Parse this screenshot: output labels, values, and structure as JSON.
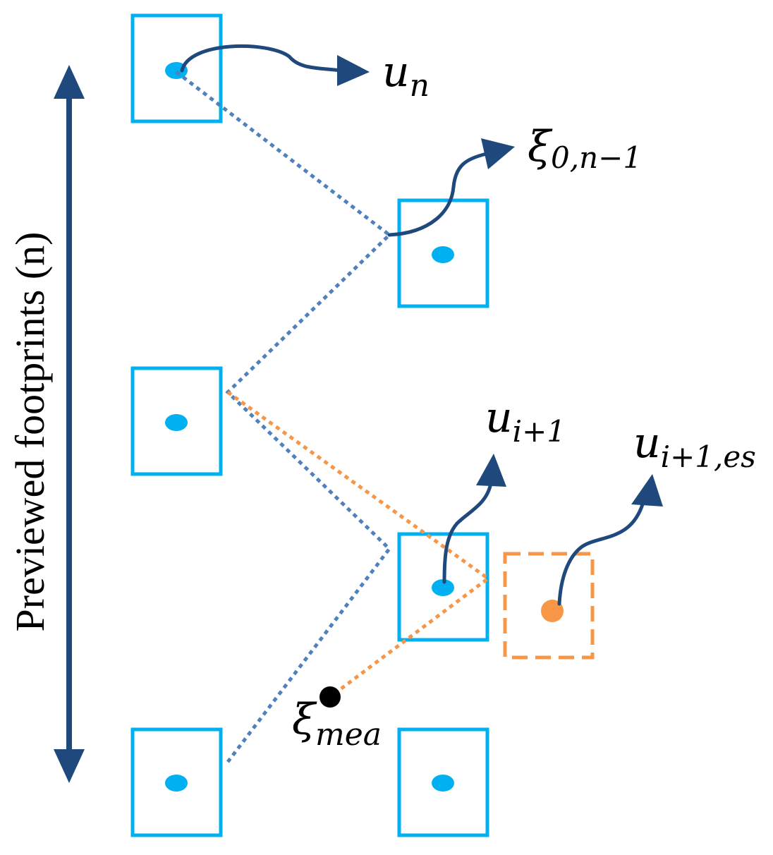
{
  "axis": {
    "label": "Previewed footprints (n)"
  },
  "labels": {
    "u_n": {
      "base": "u",
      "sub": "n"
    },
    "xi_0_n_1": {
      "base": "ξ",
      "sub": "0,n−1"
    },
    "u_i_1": {
      "base": "u",
      "sub": "i+1"
    },
    "u_i_1_es": {
      "base": "u",
      "sub": "i+1,es"
    },
    "xi_mea": {
      "base": "ξ",
      "sub": "mea"
    }
  },
  "colors": {
    "footprint": "#00b0f0",
    "estimated": "#f79646",
    "curve": "#1f497d",
    "dotted_blue": "#4f81bd",
    "measured": "#000000"
  }
}
